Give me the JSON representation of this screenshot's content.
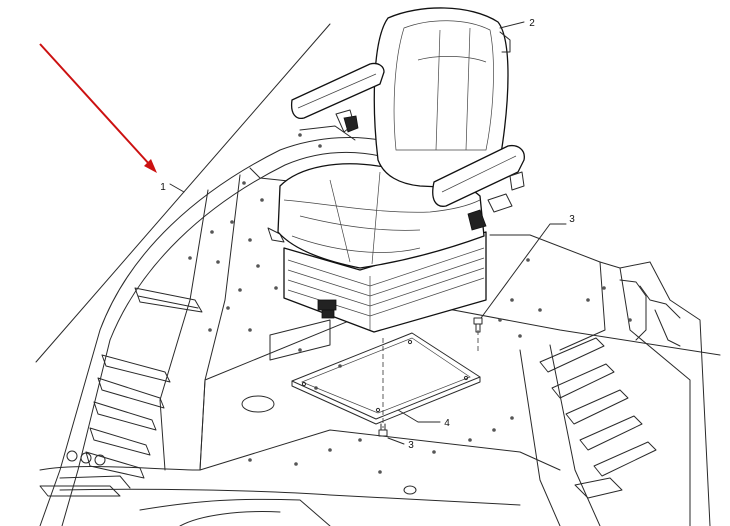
{
  "callouts": [
    {
      "id": "1",
      "text": "1"
    },
    {
      "id": "2",
      "text": "2"
    },
    {
      "id": "3a",
      "text": "3"
    },
    {
      "id": "3b",
      "text": "3"
    },
    {
      "id": "4",
      "text": "4"
    }
  ],
  "colors": {
    "line": "#2a2a2a",
    "arrow": "#cc1111",
    "background": "#ffffff"
  }
}
